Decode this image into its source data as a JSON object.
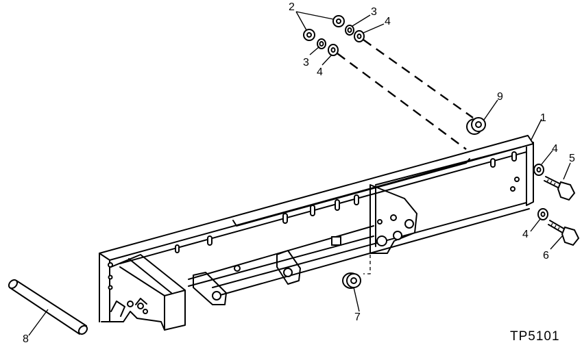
{
  "figure": {
    "reference": "TP5101"
  },
  "callouts": [
    {
      "id": "c1",
      "text": "1"
    },
    {
      "id": "c2",
      "text": "2"
    },
    {
      "id": "c3a",
      "text": "3"
    },
    {
      "id": "c4a",
      "text": "4"
    },
    {
      "id": "c3b",
      "text": "3"
    },
    {
      "id": "c4b",
      "text": "4"
    },
    {
      "id": "c9",
      "text": "9"
    },
    {
      "id": "c4c",
      "text": "4"
    },
    {
      "id": "c5",
      "text": "5"
    },
    {
      "id": "c4d",
      "text": "4"
    },
    {
      "id": "c6",
      "text": "6"
    },
    {
      "id": "c7",
      "text": "7"
    },
    {
      "id": "c8",
      "text": "8"
    }
  ]
}
